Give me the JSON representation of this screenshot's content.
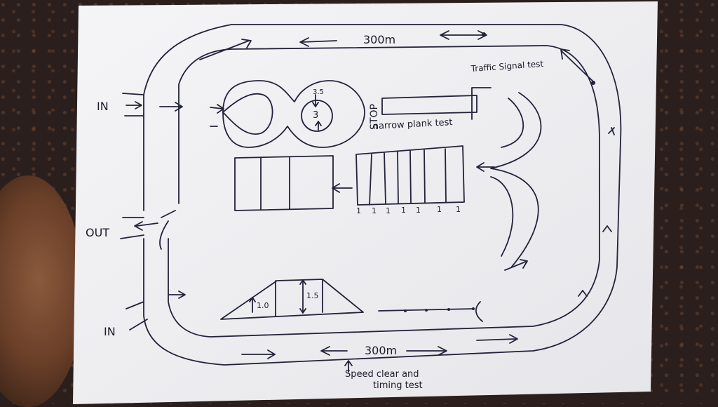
{
  "labels": {
    "top_distance": "300m",
    "bottom_distance": "300m",
    "in_top": "IN",
    "out": "OUT",
    "in_bottom": "IN",
    "stop": "STOP",
    "narrow_plank": "narrow plank test",
    "traffic_signal": "Traffic Signal test",
    "speed_line1": "Speed clear and",
    "speed_line2": "timing test",
    "circle_gap": "3.5",
    "circle_diameter": "3",
    "ramp_left": "1.0",
    "ramp_right": "1.5",
    "lane_label": "1"
  }
}
